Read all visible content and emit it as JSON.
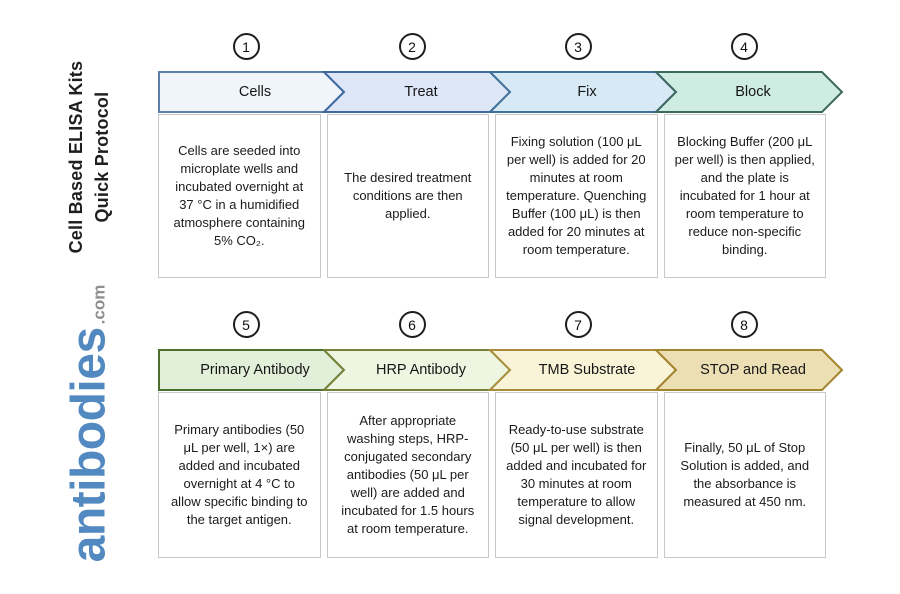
{
  "page": {
    "background": "#ffffff"
  },
  "sidebar": {
    "title_line1": "Cell Based ELISA Kits",
    "title_line2": "Quick Protocol",
    "logo_text": "antibodies",
    "logo_suffix": ".com",
    "logo_color": "#5289c0",
    "logo_suffix_color": "#8f8f8f"
  },
  "steps": [
    {
      "number": "1",
      "title": "Cells",
      "description": "Cells are seeded into microplate wells and incubated overnight at 37 °C in a humidified atmosphere containing 5% CO₂.",
      "fill": "#f0f5fb",
      "stroke": "#5b81aa"
    },
    {
      "number": "2",
      "title": "Treat",
      "description": "The desired treatment conditions are then applied.",
      "fill": "#dde7f8",
      "stroke": "#41699f"
    },
    {
      "number": "3",
      "title": "Fix",
      "description": "Fixing solution (100 μL per well) is added for 20 minutes at room temperature. Quenching Buffer (100 μL) is then added for 20 minutes at room temperature.",
      "fill": "#d8e9f6",
      "stroke": "#40719a"
    },
    {
      "number": "4",
      "title": "Block",
      "description": "Blocking Buffer (200 μL per well) is then applied, and the plate is incubated for 1 hour at room temperature to reduce non-specific binding.",
      "fill": "#cfece2",
      "stroke": "#3c685e"
    },
    {
      "number": "5",
      "title": "Primary Antibody",
      "description": "Primary antibodies (50 μL per well, 1×) are added and incubated overnight at 4 °C to allow specific binding to the target antigen.",
      "fill": "#e2f0da",
      "stroke": "#4b6e2e"
    },
    {
      "number": "6",
      "title": "HRP Antibody",
      "description": "After appropriate washing steps, HRP-conjugated secondary antibodies (50 μL per well) are added and incubated for 1.5 hours at room temperature.",
      "fill": "#eef5e1",
      "stroke": "#75803a"
    },
    {
      "number": "7",
      "title": "TMB Substrate",
      "description": "Ready-to-use substrate (50 μL per well) is then added and incubated for 30 minutes at room temperature to allow signal development.",
      "fill": "#f9f4d7",
      "stroke": "#a98d3d"
    },
    {
      "number": "8",
      "title": "STOP and Read",
      "description": "Finally, 50 μL of Stop Solution is added, and the absorbance is measured at 450 nm.",
      "fill": "#ecdfb3",
      "stroke": "#a3842e"
    }
  ]
}
